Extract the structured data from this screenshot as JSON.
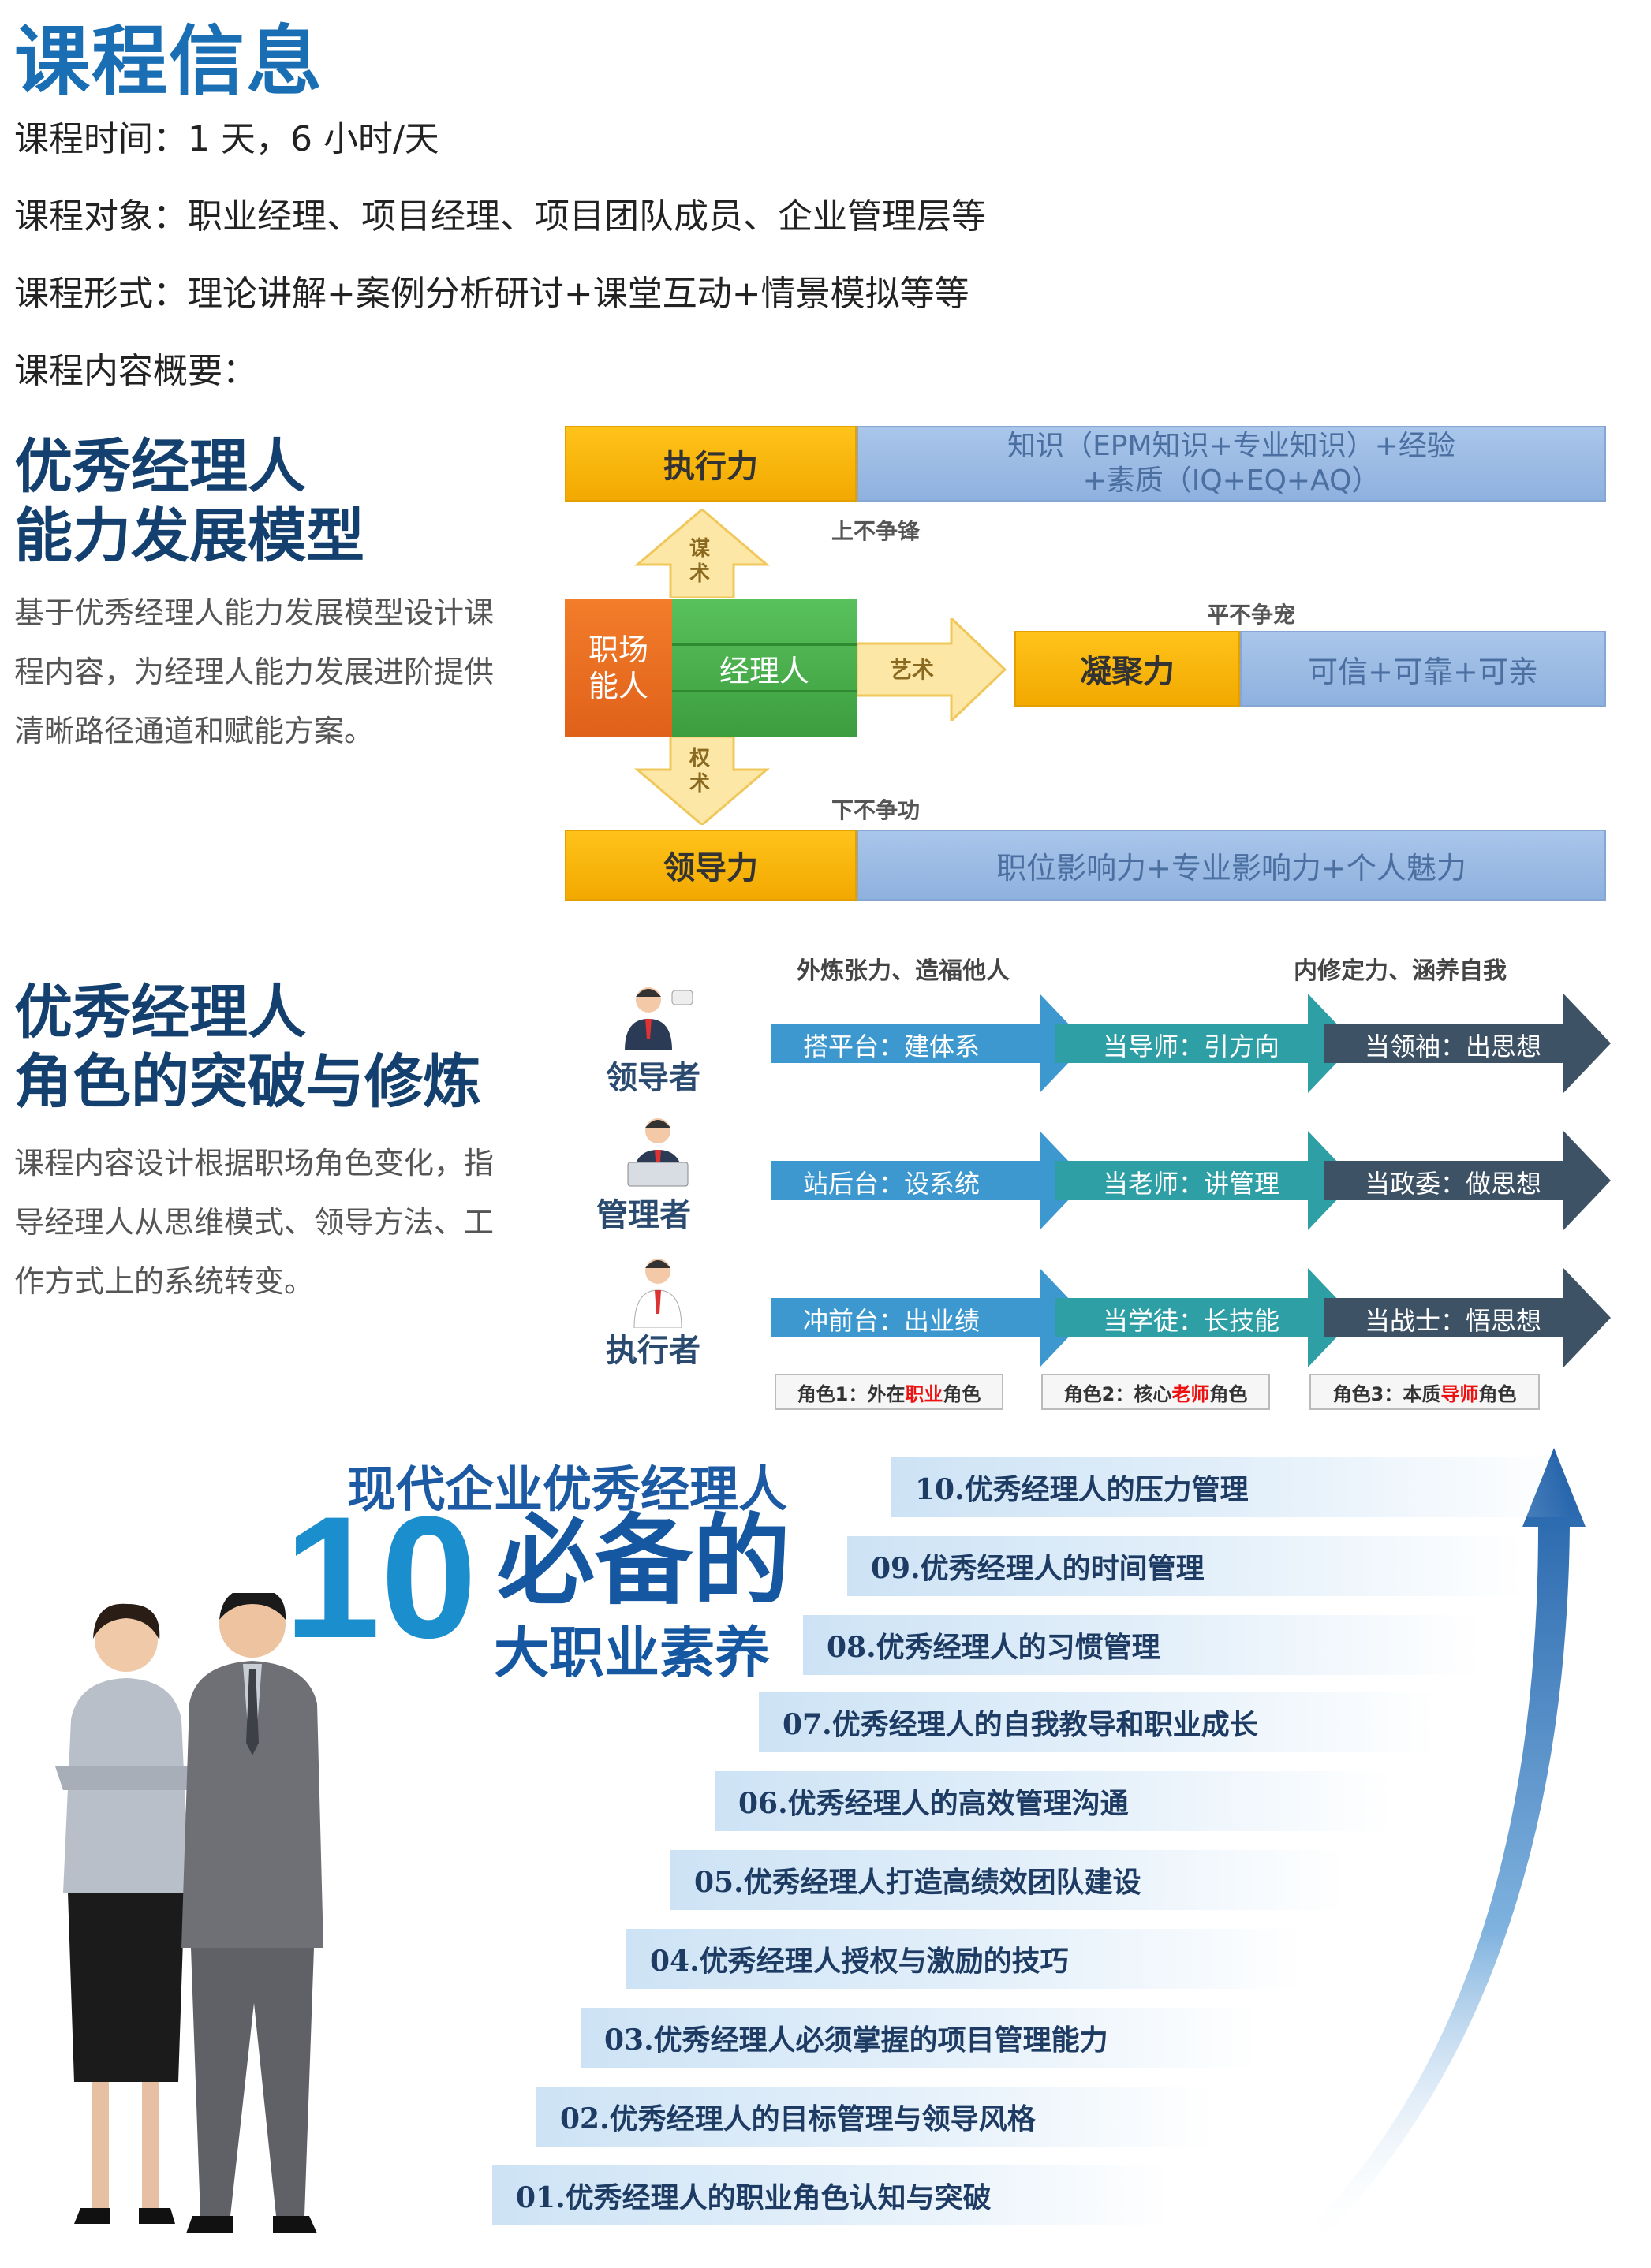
{
  "header": {
    "title": "课程信息",
    "lines": [
      "课程时间：1 天，6 小时/天",
      "课程对象：职业经理、项目经理、项目团队成员、企业管理层等",
      "课程形式：理论讲解+案例分析研讨+课堂互动+情景模拟等等",
      "课程内容概要："
    ]
  },
  "section1": {
    "heading_line1": "优秀经理人",
    "heading_line2": "能力发展模型",
    "description": "基于优秀经理人能力发展模型设计课程内容，为经理人能力发展进阶提供清晰路径通道和赋能方案。",
    "diagram": {
      "exec_label": "执行力",
      "exec_content_line1": "知识（EPM知识+专业知识）+经验",
      "exec_content_line2": "+素质（IQ+EQ+AQ）",
      "up_arrow": "谋术",
      "up_note": "上不争锋",
      "workplace": "职场能人",
      "manager": "经理人",
      "art": "艺术",
      "flat_note": "平不争宠",
      "cohesion_label": "凝聚力",
      "cohesion_content": "可信+可靠+可亲",
      "down_arrow": "权术",
      "down_note": "下不争功",
      "lead_label": "领导力",
      "lead_content": "职位影响力+专业影响力+个人魅力"
    }
  },
  "section2": {
    "heading_line1": "优秀经理人",
    "heading_line2": "角色的突破与修炼",
    "description": "课程内容设计根据职场角色变化，指导经理人从思维模式、领导方法、工作方式上的系统转变。",
    "note_left": "外炼张力、造福他人",
    "note_right": "内修定力、涵养自我",
    "rows": [
      {
        "role": "领导者",
        "segments": [
          "搭平台：建体系",
          "当导师：引方向",
          "当领袖：出思想"
        ]
      },
      {
        "role": "管理者",
        "segments": [
          "站后台：设系统",
          "当老师：讲管理",
          "当政委：做思想"
        ]
      },
      {
        "role": "执行者",
        "segments": [
          "冲前台：出业绩",
          "当学徒：长技能",
          "当战士：悟思想"
        ]
      }
    ],
    "role_labels": [
      {
        "pre": "角色1：外在",
        "hl": "职业",
        "post": "角色"
      },
      {
        "pre": "角色2：核心",
        "hl": "老师",
        "post": "角色"
      },
      {
        "pre": "角色3：本质",
        "hl": "导师",
        "post": "角色"
      }
    ],
    "colors": {
      "seg1": "#3c98cf",
      "seg2": "#2f9fa6",
      "seg3": "#3e5266"
    }
  },
  "section3": {
    "heading_small": "现代企业优秀经理人",
    "heading_number": "10",
    "heading_big": "必备的",
    "heading_sub": "大职业素养",
    "steps": [
      "10.优秀经理人的压力管理",
      "09.优秀经理人的时间管理",
      "08.优秀经理人的习惯管理",
      "07.优秀经理人的自我教导和职业成长",
      "06.优秀经理人的高效管理沟通",
      "05.优秀经理人打造高绩效团队建设",
      "04.优秀经理人授权与激励的技巧",
      "03.优秀经理人必须掌握的项目管理能力",
      "02.优秀经理人的目标管理与领导风格",
      "01.优秀经理人的职业角色认知与突破"
    ]
  }
}
